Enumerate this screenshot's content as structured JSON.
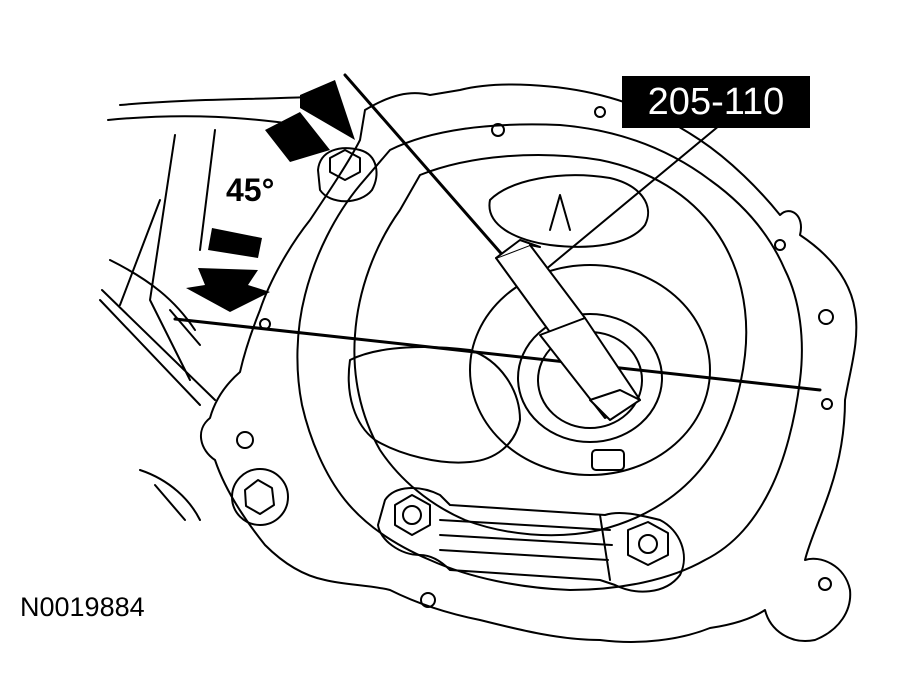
{
  "diagram": {
    "tool_callout": "205-110",
    "angle_label": "45°",
    "figure_id": "N0019884"
  },
  "colors": {
    "ink": "#000000",
    "paper": "#ffffff"
  }
}
